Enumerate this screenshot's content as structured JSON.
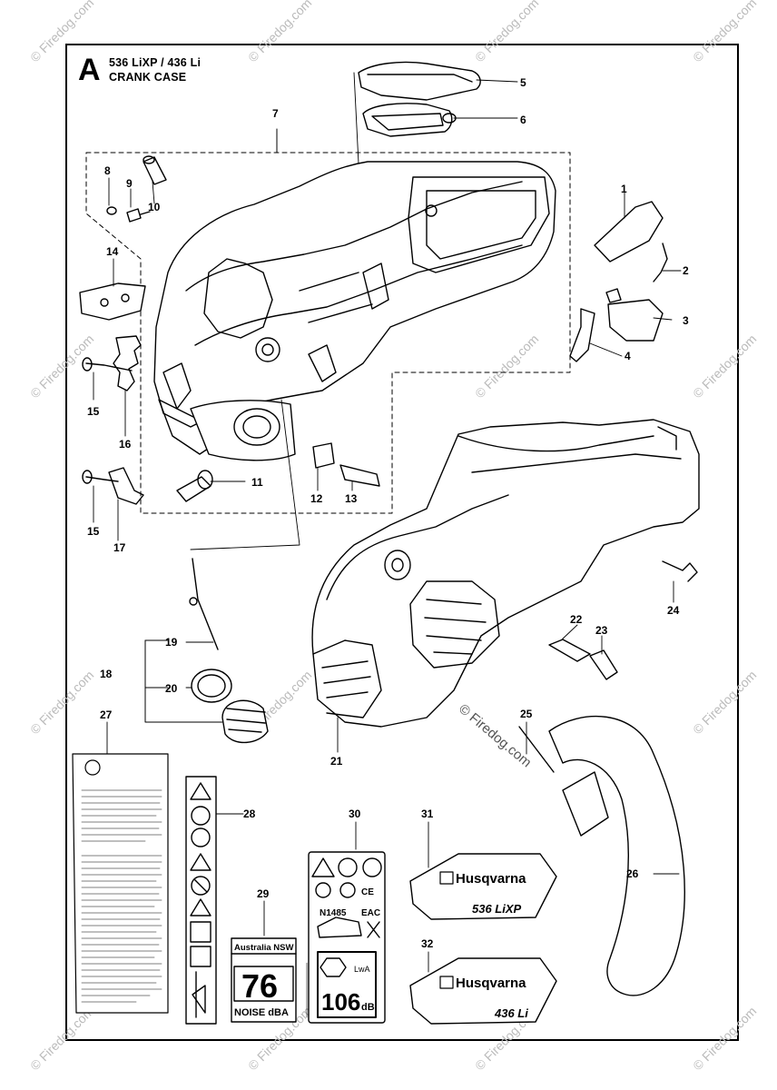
{
  "header": {
    "section_letter": "A",
    "model": "536 LiXP / 436 Li",
    "title": "CRANK CASE"
  },
  "watermark": "© Firedog.com",
  "copyright": "© Firedog.com",
  "callouts": [
    "1",
    "2",
    "3",
    "4",
    "5",
    "6",
    "7",
    "8",
    "9",
    "10",
    "11",
    "12",
    "13",
    "14",
    "15",
    "15",
    "16",
    "17",
    "18",
    "19",
    "20",
    "21",
    "22",
    "23",
    "24",
    "25",
    "26",
    "27",
    "28",
    "29",
    "30",
    "31",
    "32"
  ],
  "decals": {
    "brand": "Husqvarna",
    "model_31": "536 LiXP",
    "model_32": "436 Li",
    "noise_region": "Australia NSW",
    "noise_value": "76",
    "noise_unit": "NOISE dBA",
    "lwa_value": "106",
    "lwa_unit": "dB",
    "lwa_label": "LwA",
    "cert_code": "N1485",
    "eac_mark": "EAC",
    "ce_mark": "CE"
  }
}
